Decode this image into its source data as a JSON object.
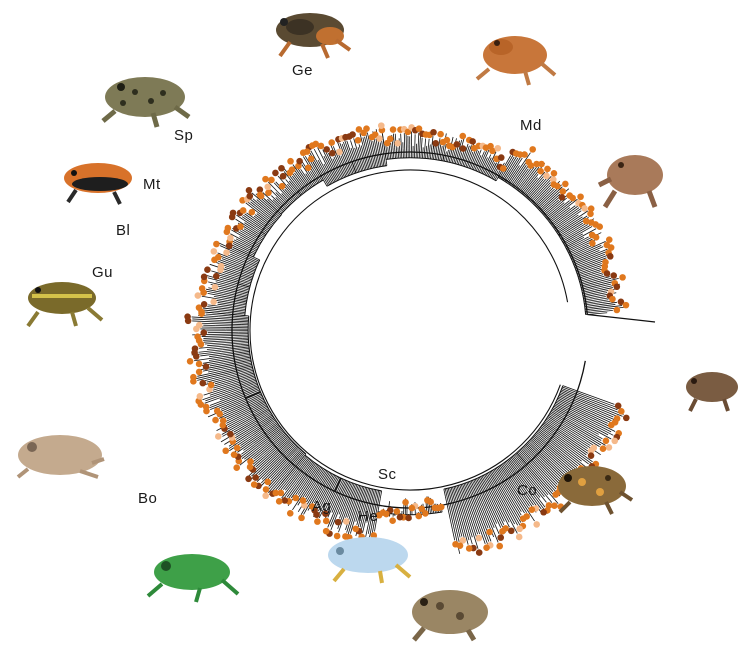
{
  "figure": {
    "kind": "circular phylogeny",
    "colors": {
      "branch": "#111111",
      "tip_orange": "#e0781e",
      "tip_dark": "#8a3a12",
      "tip_pale": "#f5b98a"
    },
    "clades": [
      {
        "id": "ge",
        "label": "Ge"
      },
      {
        "id": "md",
        "label": "Md"
      },
      {
        "id": "sp",
        "label": "Sp"
      },
      {
        "id": "mt",
        "label": "Mt"
      },
      {
        "id": "bl",
        "label": "Bl"
      },
      {
        "id": "gu",
        "label": "Gu"
      },
      {
        "id": "bo",
        "label": "Bo"
      },
      {
        "id": "ag",
        "label": "Ag"
      },
      {
        "id": "he",
        "label": "He"
      },
      {
        "id": "sc",
        "label": "Sc"
      },
      {
        "id": "co",
        "label": "Co"
      }
    ],
    "frog_icons": [
      "brown-mottled-frog-icon",
      "orange-frog-icon",
      "olive-spotted-frog-icon",
      "orange-black-frog-icon",
      "brown-frog-icon",
      "yellow-striped-frog-icon",
      "tan-treefrog-icon",
      "green-treefrog-icon",
      "pale-blue-frog-icon",
      "toad-icon",
      "small-brown-frog-icon",
      "brown-warty-frog-icon"
    ]
  }
}
